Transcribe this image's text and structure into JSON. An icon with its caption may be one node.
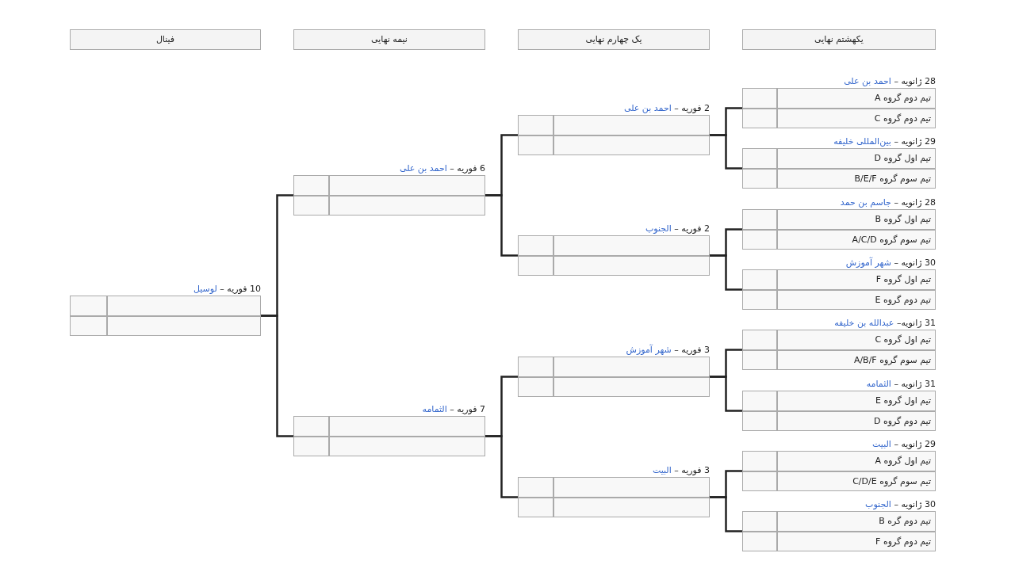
{
  "diagram": {
    "nodes": [
      {
        "text": [
          "یکهشتم نهایی"
        ]
      },
      {
        "text": [
          "یک چهارم نهایی"
        ]
      },
      {
        "text": [
          "نیمه نهایی"
        ]
      },
      {
        "text": [
          "فینال"
        ]
      },
      {
        "text": [
          "تیم دوم گروه A",
          "تیم دوم گروه C"
        ],
        "beside": [
          "28 ژانویه –",
          "احمد بن علی"
        ]
      },
      {
        "text": [
          "تیم اول گروه D",
          "تیم سوم گروه B/E/F"
        ],
        "beside": [
          "29 ژانویه –",
          "بین‌المللی خلیفه"
        ]
      },
      {
        "text": [
          "تیم اول گروه B",
          "تیم سوم گروه A/C/D"
        ],
        "beside": [
          "28 ژانویه –",
          "جاسم بن حمد"
        ]
      },
      {
        "text": [
          "تیم اول گروه F",
          "تیم دوم گروه E"
        ],
        "beside": [
          "30 ژانویه –",
          "شهر آموزش"
        ]
      },
      {
        "text": [
          "تیم اول گروه C",
          "تیم سوم گروه A/B/F"
        ],
        "beside": [
          "31 ژانویه–",
          "عبدالله بن خلیفه"
        ]
      },
      {
        "text": [
          "تیم اول گروه E",
          "تیم دوم گروه D"
        ],
        "beside": [
          "31 ژانویه –",
          "الثمامه"
        ]
      },
      {
        "text": [
          "تیم اول گروه A",
          "تیم سوم گروه C/D/E"
        ],
        "beside": [
          "29 ژانویه –",
          "البیت"
        ]
      },
      {
        "text": [
          "تیم دوم گره B",
          "تیم دوم گروه F"
        ],
        "beside": [
          "30 ژانویه –",
          "الجنوب"
        ]
      },
      {
        "text": [],
        "shape": "box",
        "beside": [
          "2 فوریه –",
          "احمد بن علی"
        ]
      },
      {
        "text": [],
        "shape": "box",
        "beside": [
          "2 فوریه –",
          "الجنوب"
        ]
      },
      {
        "text": [],
        "shape": "box",
        "beside": [
          "3 فوریه –",
          "شهر آموزش"
        ]
      },
      {
        "text": [],
        "shape": "box",
        "beside": [
          "3 فوریه –",
          "البیت"
        ]
      },
      {
        "text": [],
        "shape": "box",
        "beside": [
          "6 فوریه –",
          "احمد بن علی"
        ]
      },
      {
        "text": [],
        "shape": "box",
        "beside": [
          "7 فوریه –",
          "الثمامه"
        ]
      },
      {
        "text": [],
        "shape": "box",
        "beside": [
          "10 فوریه –",
          "لوسیل"
        ]
      }
    ],
    "edges": [
      {
        "from": 4,
        "to": 12,
        "arrow": "none"
      },
      {
        "from": 5,
        "to": 12,
        "arrow": "none"
      },
      {
        "from": 6,
        "to": 13,
        "arrow": "none"
      },
      {
        "from": 7,
        "to": 13,
        "arrow": "none"
      },
      {
        "from": 8,
        "to": 14,
        "arrow": "none"
      },
      {
        "from": 9,
        "to": 14,
        "arrow": "none"
      },
      {
        "from": 10,
        "to": 15,
        "arrow": "none"
      },
      {
        "from": 11,
        "to": 15,
        "arrow": "none"
      },
      {
        "from": 12,
        "to": 16,
        "arrow": "none"
      },
      {
        "from": 13,
        "to": 16,
        "arrow": "none"
      },
      {
        "from": 14,
        "to": 17,
        "arrow": "none"
      },
      {
        "from": 15,
        "to": 17,
        "arrow": "none"
      },
      {
        "from": 16,
        "to": 18,
        "arrow": "none"
      },
      {
        "from": 17,
        "to": 18,
        "arrow": "none"
      }
    ]
  }
}
